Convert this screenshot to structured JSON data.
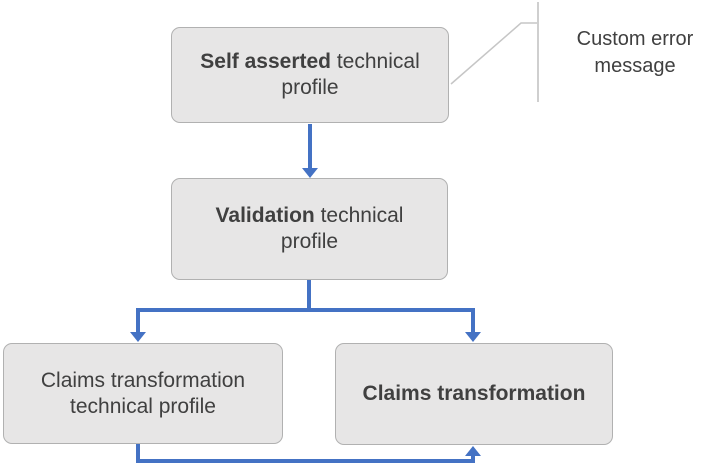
{
  "diagram": {
    "type": "flowchart",
    "background": "#ffffff",
    "colors": {
      "arrow_blue": "#4472c4",
      "box_fill": "#e7e6e6",
      "box_border": "#b1b1b1",
      "text": "#404040",
      "callout_leader": "#c6c6c6"
    },
    "nodes": {
      "self_asserted": {
        "bold": "Self asserted",
        "regular": " technical profile"
      },
      "validation": {
        "bold": "Validation",
        "regular": " technical profile"
      },
      "claims_transformation_tp": {
        "regular": "Claims transformation technical profile"
      },
      "claims_transformation": {
        "bold": "Claims transformation"
      }
    },
    "callout": {
      "text": "Custom error message"
    },
    "connectors": [
      {
        "from": "self_asserted",
        "to": "validation",
        "style": "arrow-down"
      },
      {
        "from": "validation",
        "to": "claims_transformation_tp",
        "style": "arrow-down-split"
      },
      {
        "from": "validation",
        "to": "claims_transformation",
        "style": "arrow-down-split"
      },
      {
        "from": "claims_transformation_tp",
        "to": "claims_transformation",
        "style": "arrow-elbow-up"
      },
      {
        "from": "self_asserted",
        "to": "callout",
        "style": "thin-leader-line"
      }
    ]
  }
}
